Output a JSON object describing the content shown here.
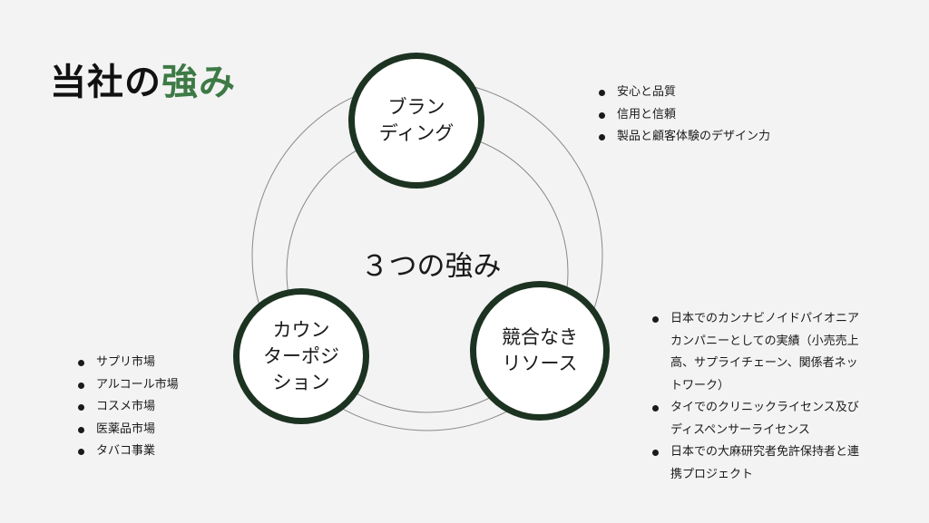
{
  "title": {
    "part1": "当社の",
    "accent": "強み",
    "accent_color": "#3d7a45"
  },
  "center_label": "３つの強み",
  "nodes": {
    "branding": {
      "line1": "ブラン",
      "line2": "ディング"
    },
    "positioning": {
      "line1": "カウン",
      "line2": "ターポジ",
      "line3": "ション"
    },
    "resources": {
      "line1": "競合なき",
      "line2": "リソース"
    }
  },
  "lists": {
    "branding": [
      "安心と品質",
      "信用と信頼",
      "製品と顧客体験のデザイン力"
    ],
    "positioning": [
      "サプリ市場",
      "アルコール市場",
      "コスメ市場",
      "医薬品市場",
      "タバコ事業"
    ],
    "resources": [
      [
        "日本でのカンナビノイドパイオニア",
        "カンパニーとしての実績（小売売上",
        "高、サプライチェーン、関係者ネッ",
        "トワーク）"
      ],
      [
        "タイでのクリニックライセンス及び",
        "ディスペンサーライセンス"
      ],
      [
        "日本での大麻研究者免許保持者と連",
        "携プロジェクト"
      ]
    ]
  },
  "colors": {
    "node_border": "#1d3322",
    "ring": "#8a8a8a",
    "background": "#f3f3f3"
  }
}
